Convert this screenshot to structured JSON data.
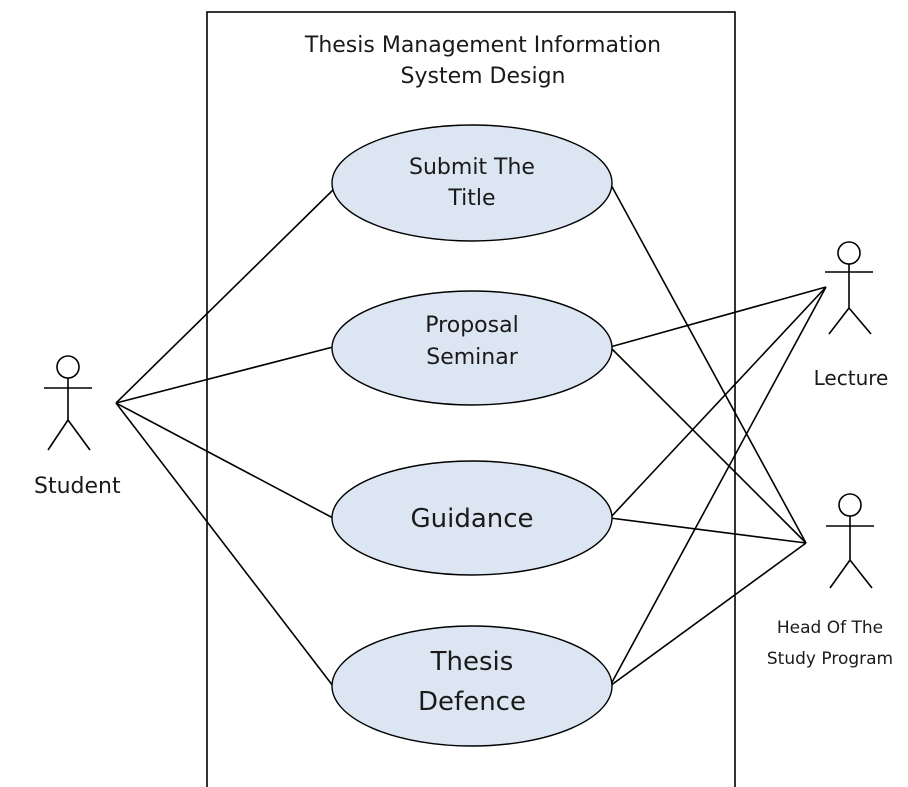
{
  "system": {
    "title_line1": "Thesis Management Information",
    "title_line2": "System Design"
  },
  "use_cases": [
    {
      "id": "submit-title",
      "lines": [
        "Submit The",
        "Title"
      ]
    },
    {
      "id": "proposal-seminar",
      "lines": [
        "Proposal",
        "Seminar"
      ]
    },
    {
      "id": "guidance",
      "lines": [
        "Guidance"
      ]
    },
    {
      "id": "thesis-defence",
      "lines": [
        "Thesis",
        "Defence"
      ]
    }
  ],
  "actors": [
    {
      "id": "student",
      "lines": [
        "Student"
      ]
    },
    {
      "id": "lecture",
      "lines": [
        "Lecture"
      ]
    },
    {
      "id": "head",
      "lines": [
        "Head Of The",
        "Study Program"
      ]
    }
  ],
  "associations": [
    [
      "student",
      "submit-title"
    ],
    [
      "student",
      "proposal-seminar"
    ],
    [
      "student",
      "guidance"
    ],
    [
      "student",
      "thesis-defence"
    ],
    [
      "lecture",
      "proposal-seminar"
    ],
    [
      "lecture",
      "guidance"
    ],
    [
      "lecture",
      "thesis-defence"
    ],
    [
      "head",
      "submit-title"
    ],
    [
      "head",
      "proposal-seminar"
    ],
    [
      "head",
      "guidance"
    ],
    [
      "head",
      "thesis-defence"
    ]
  ]
}
